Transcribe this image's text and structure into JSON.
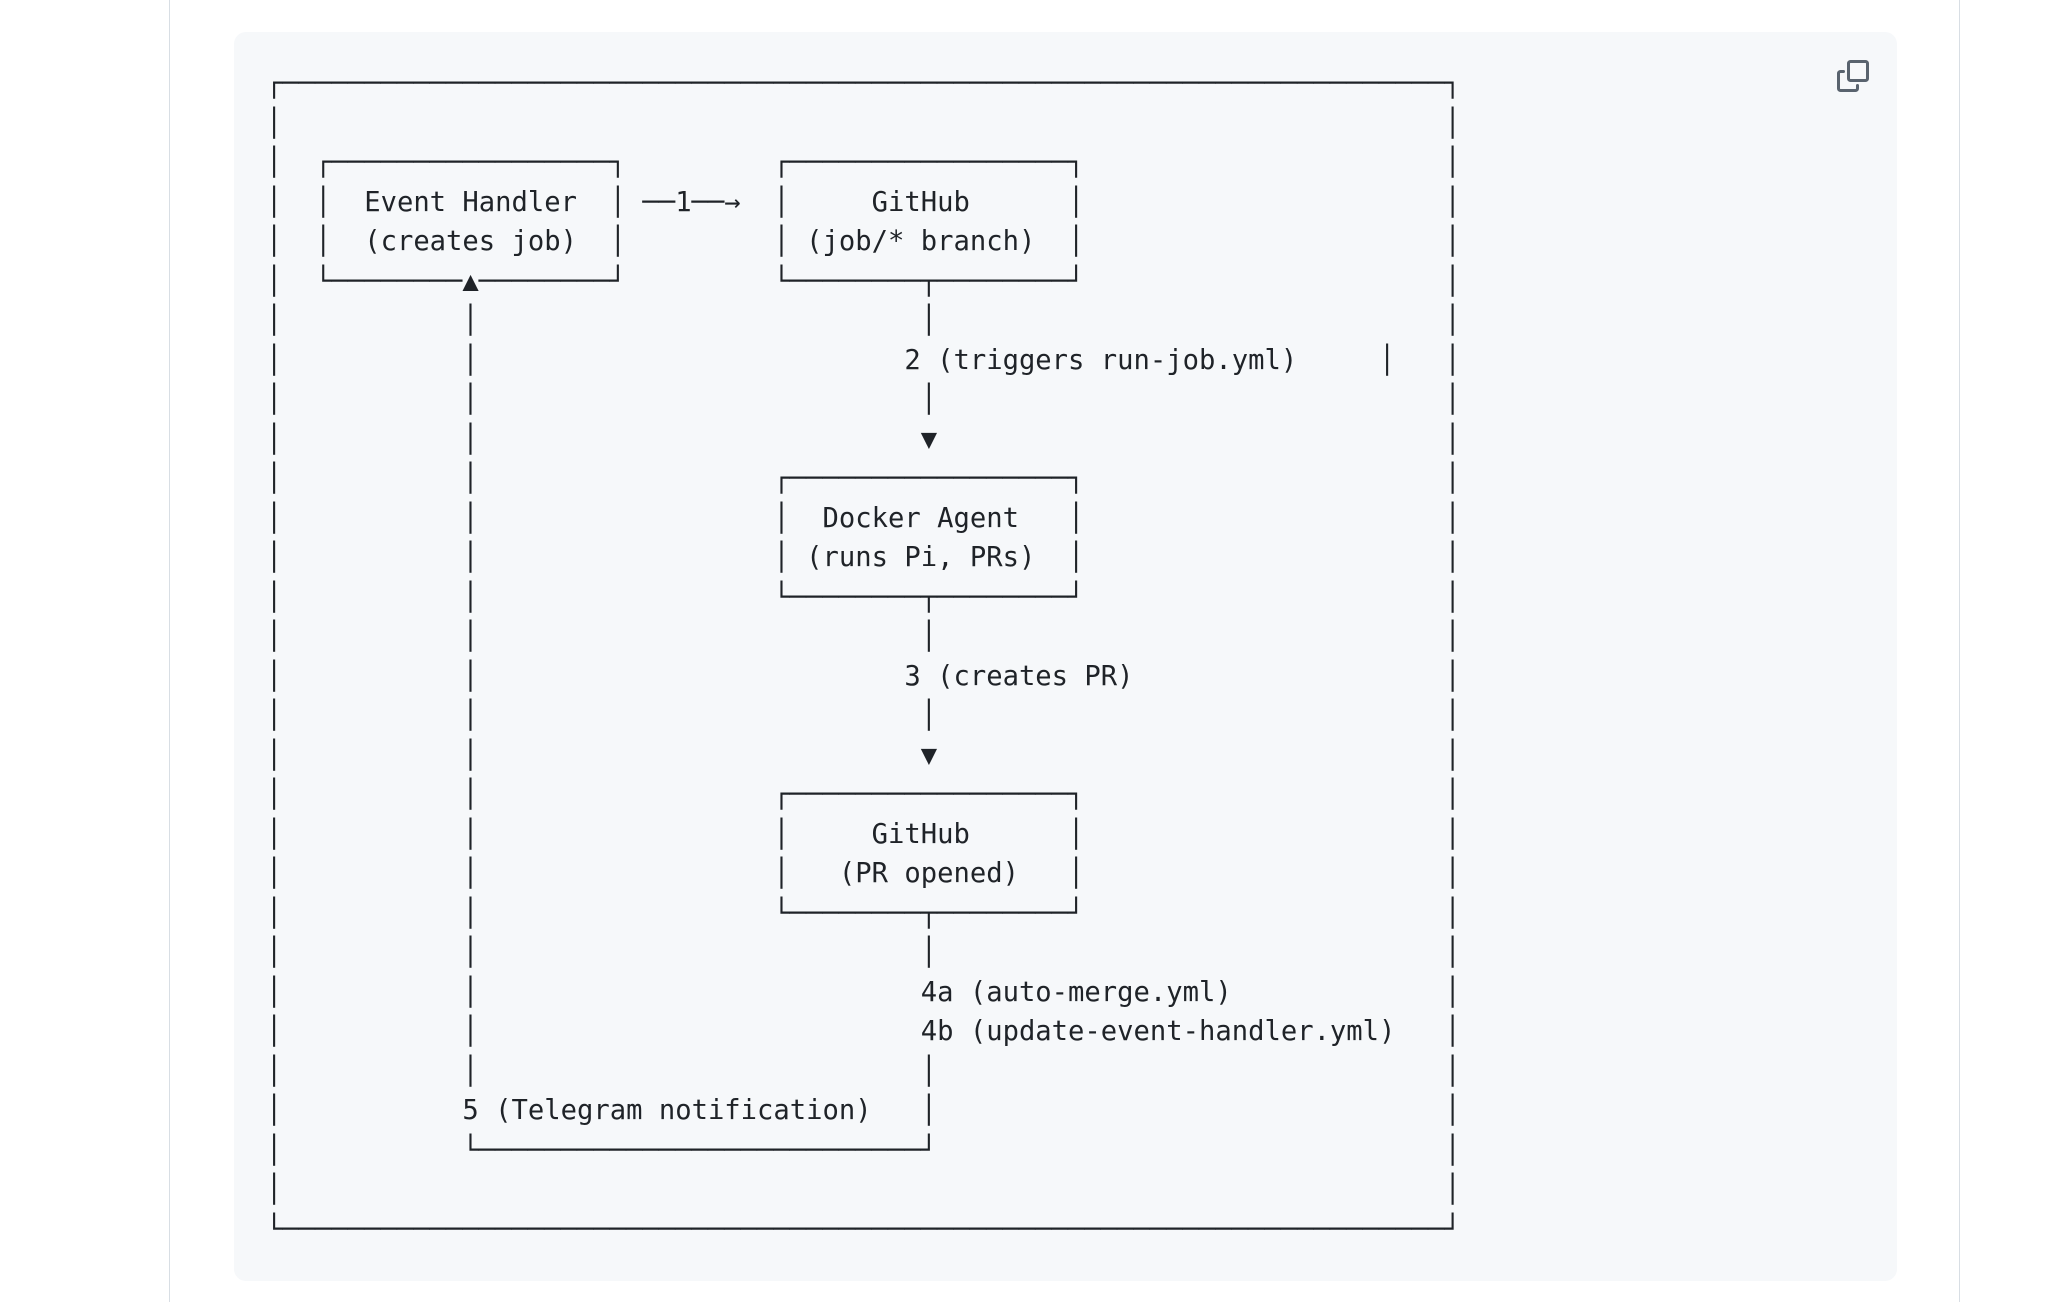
{
  "page": {
    "background": "#ffffff",
    "column_border_color": "#d8dee4"
  },
  "code_block": {
    "background": "#f6f8fa",
    "text_color": "#1f2328",
    "lines": [
      "┌───────────────────────────────────────────────────────────────────────┐",
      "│                                                                       │",
      "│  ┌─────────────────┐         ┌─────────────────┐                      │",
      "│  │  Event Handler  │ ──1──→  │     GitHub      │                      │",
      "│  │  (creates job)  │         │ (job/* branch)  │                      │",
      "│  └────────▲────────┘         └────────┬────────┘                      │",
      "│           │                           │                               │",
      "│           │                          2 (triggers run-job.yml)     │   │",
      "│           │                           │                               │",
      "│           │                           ▼                               │",
      "│           │                  ┌─────────────────┐                      │",
      "│           │                  │  Docker Agent   │                      │",
      "│           │                  │ (runs Pi, PRs)  │                      │",
      "│           │                  └────────┬────────┘                      │",
      "│           │                           │                               │",
      "│           │                          3 (creates PR)                   │",
      "│           │                           │                               │",
      "│           │                           ▼                               │",
      "│           │                  ┌─────────────────┐                      │",
      "│           │                  │     GitHub      │                      │",
      "│           │                  │   (PR opened)   │                      │",
      "│           │                  └────────┬────────┘                      │",
      "│           │                           │                               │",
      "│           │                           4a (auto-merge.yml)             │",
      "│           │                           4b (update-event-handler.yml)   │",
      "│           │                           │                               │",
      "│           5 (Telegram notification)   │                               │",
      "│           └───────────────────────────┘                               │",
      "│                                                                       │",
      "└───────────────────────────────────────────────────────────────────────┘"
    ]
  },
  "copy_button": {
    "icon": "copy-icon",
    "color": "#59636e"
  },
  "diagram": {
    "nodes": [
      {
        "title": "Event Handler",
        "subtitle": "(creates job)"
      },
      {
        "title": "GitHub",
        "subtitle": "(job/* branch)"
      },
      {
        "title": "Docker Agent",
        "subtitle": "(runs Pi, PRs)"
      },
      {
        "title": "GitHub",
        "subtitle": "(PR opened)"
      }
    ],
    "steps": [
      "1",
      "2 (triggers run-job.yml)",
      "3 (creates PR)",
      "4a (auto-merge.yml)",
      "4b (update-event-handler.yml)",
      "5 (Telegram notification)"
    ]
  }
}
